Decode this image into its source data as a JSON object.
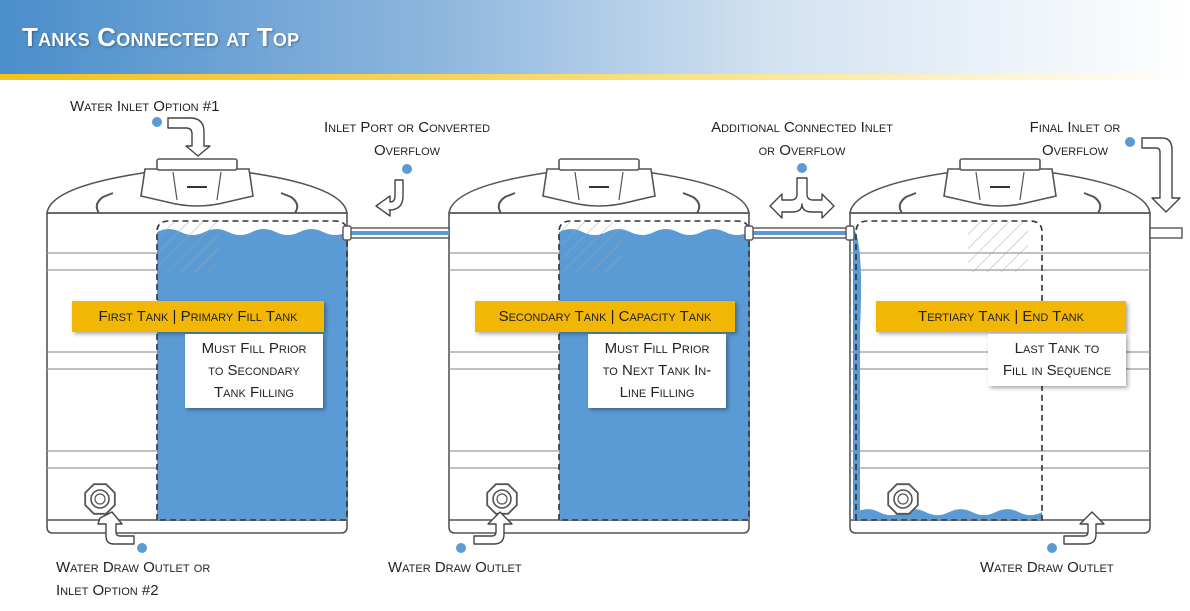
{
  "header": {
    "title": "Tanks Connected at Top"
  },
  "callouts": {
    "inlet_option_1": "Water Inlet Option #1",
    "inlet_port_line1": "Inlet Port or Converted",
    "inlet_port_line2": "Overflow",
    "additional_line1": "Additional Connected Inlet",
    "additional_line2": "or Overflow",
    "final_line1": "Final Inlet or",
    "final_line2": "Overflow",
    "draw_outlet_1_line1": "Water Draw Outlet or",
    "draw_outlet_1_line2": "Inlet Option #2",
    "draw_outlet_2": "Water Draw Outlet",
    "draw_outlet_3": "Water Draw Outlet"
  },
  "tanks": [
    {
      "banner": "First Tank | Primary Fill Tank",
      "note_lines": [
        "Must Fill Prior",
        "to Secondary",
        "Tank Filling"
      ],
      "fill_level": 1.0
    },
    {
      "banner": "Secondary Tank | Capacity Tank",
      "note_lines": [
        "Must Fill Prior",
        "to Next Tank In-",
        "Line  Filling"
      ],
      "fill_level": 1.0
    },
    {
      "banner": "Tertiary Tank | End Tank",
      "note_lines": [
        "Last Tank to",
        "Fill in Sequence"
      ],
      "fill_level": 0.06
    }
  ],
  "colors": {
    "water": "#5b9bd5",
    "water_dark": "#3f7fbf",
    "banner": "#f2b705",
    "outline": "#555555",
    "marker": "#5b9bd5"
  }
}
